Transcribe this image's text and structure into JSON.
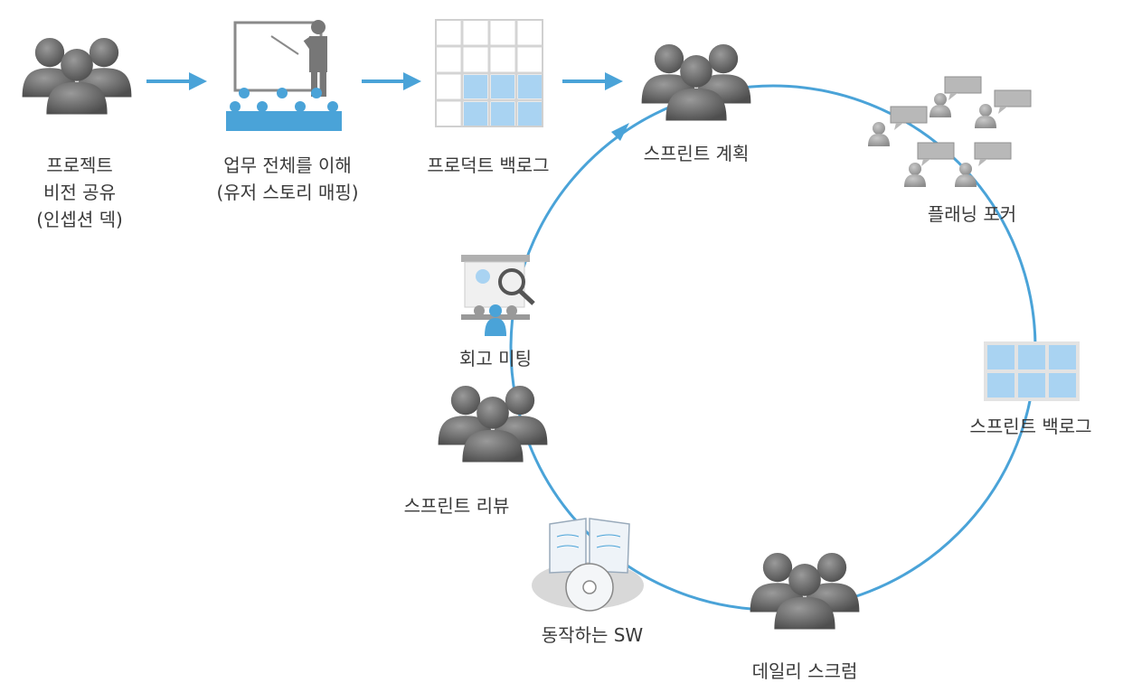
{
  "labels": {
    "vision_line1": "프로젝트",
    "vision_line2": "비전 공유",
    "vision_line3": "(인셉션 덱)",
    "understand_line1": "업무 전체를 이해",
    "understand_line2": "(유저 스토리 매핑)",
    "product_backlog": "프로덕트 백로그",
    "sprint_planning": "스프린트 계획",
    "planning_poker": "플래닝 포커",
    "sprint_backlog": "스프린트 백로그",
    "daily_scrum": "데일리 스크럼",
    "working_sw": "동작하는 SW",
    "sprint_review": "스프린트 리뷰",
    "retrospective": "회고 미팅"
  },
  "colors": {
    "cycle_line": "#4aa3d8",
    "arrow": "#4aa3d8",
    "people": "#6b6b6b",
    "light_blue": "#a9d3f2",
    "grid_gray": "#e3e3e3"
  },
  "icons": [
    "people-group-icon",
    "presentation-icon",
    "backlog-grid-icon",
    "planning-poker-icon",
    "sprint-backlog-icon",
    "software-cd-icon",
    "retrospective-icon"
  ]
}
